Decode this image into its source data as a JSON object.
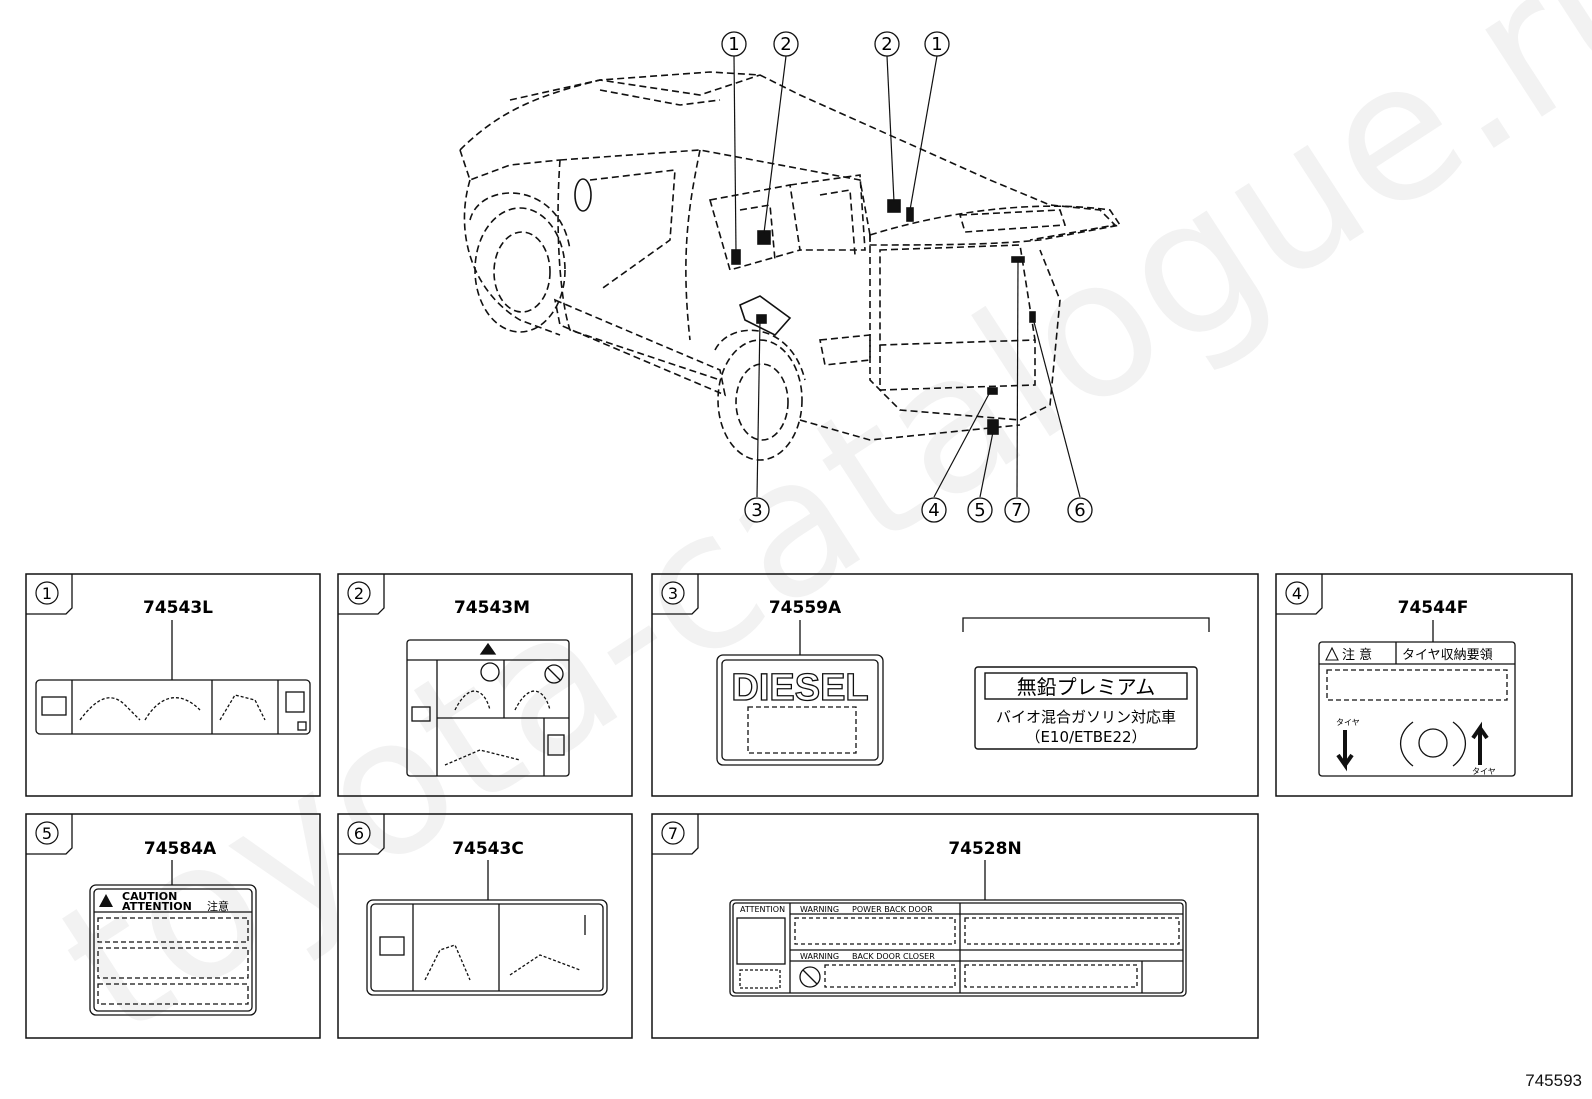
{
  "diagram": {
    "callouts_top": [
      "1",
      "2",
      "2",
      "1"
    ],
    "callouts_bottom": [
      "3",
      "4",
      "5",
      "7",
      "6"
    ],
    "watermark": "toyota-catalogue.ru"
  },
  "panels": [
    {
      "num": "1",
      "part": "74543L"
    },
    {
      "num": "2",
      "part": "74543M"
    },
    {
      "num": "3",
      "part": "74559A",
      "label_text": "DIESEL",
      "jp_line1": "無鉛プレミアム",
      "jp_line2": "バイオ混合ガソリン対応車",
      "jp_line3": "（E10/ETBE22）"
    },
    {
      "num": "4",
      "part": "74544F",
      "caution": "注 意",
      "tire": "タイヤ収納要領",
      "left_small": "タイヤ",
      "right_small": "タイヤ"
    },
    {
      "num": "5",
      "part": "74584A",
      "caution": "CAUTION",
      "attention": "ATTENTION",
      "jp": "注意"
    },
    {
      "num": "6",
      "part": "74543C"
    },
    {
      "num": "7",
      "part": "74528N",
      "w1": "WARNING",
      "w1b": "POWER BACK DOOR",
      "w2": "WARNING",
      "w2b": "BACK DOOR CLOSER",
      "att": "ATTENTION"
    }
  ],
  "doc_number": "745593"
}
